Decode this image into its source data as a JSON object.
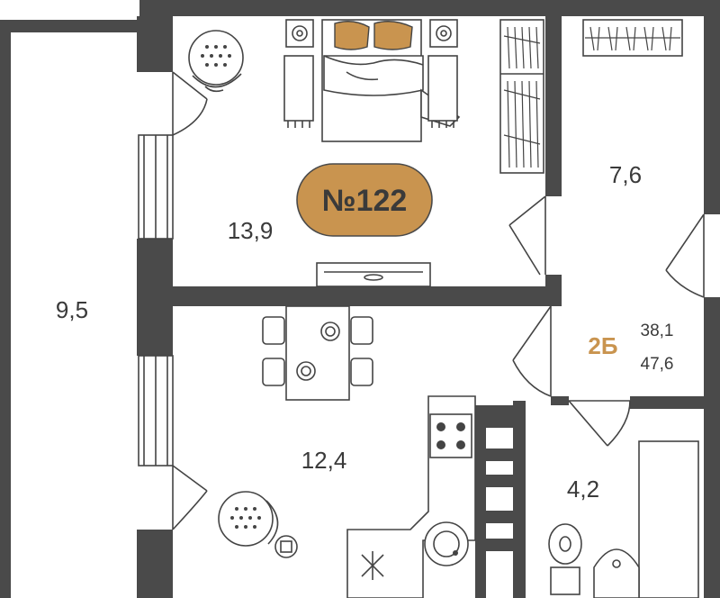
{
  "apartment": {
    "number": "№122",
    "type": "2Б",
    "living_area": "38,1",
    "total_area": "47,6"
  },
  "rooms": {
    "balcony": "9,5",
    "bedroom": "13,9",
    "hall": "7,6",
    "kitchen": "12,4",
    "bathroom": "4,2"
  },
  "colors": {
    "accent": "#C9944F",
    "wall": "#4A4A4A",
    "background": "#FFFFFF"
  },
  "icons": [
    "bed-icon",
    "nightstand-icon",
    "lamp-icon",
    "armchair-icon",
    "wardrobe-icon",
    "tv-stand-icon",
    "dining-table-icon",
    "stove-icon",
    "sink-icon",
    "toilet-icon",
    "bathtub-icon",
    "washbasin-icon",
    "door-icon",
    "window-icon"
  ]
}
